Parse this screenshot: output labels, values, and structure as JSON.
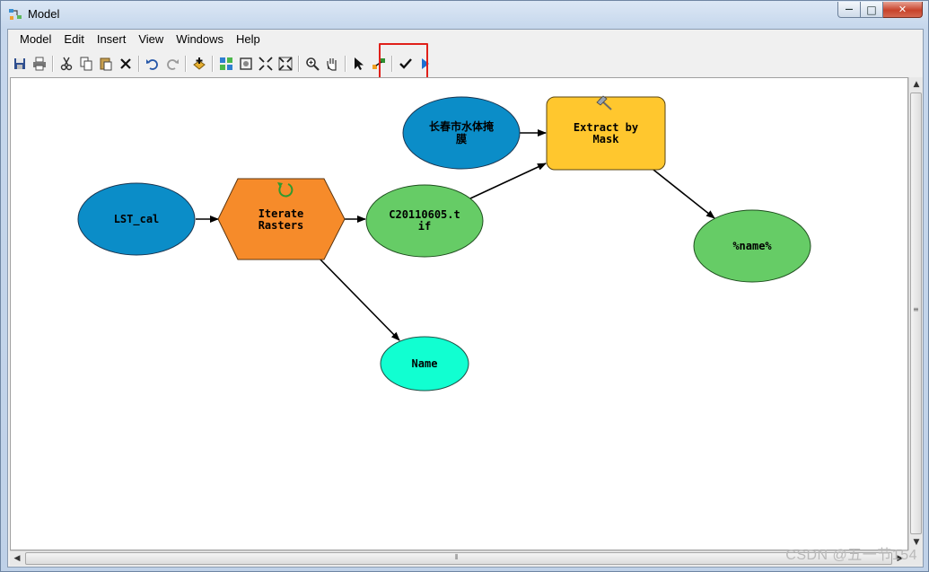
{
  "window": {
    "title": "Model",
    "min_glyph": "—",
    "max_glyph": "□",
    "close_glyph": "✕"
  },
  "menu": [
    "Model",
    "Edit",
    "Insert",
    "View",
    "Windows",
    "Help"
  ],
  "toolbar": {
    "groups": [
      [
        "save-icon",
        "print-icon"
      ],
      [
        "cut-icon",
        "copy-icon",
        "paste-icon",
        "delete-icon"
      ],
      [
        "undo-icon",
        "redo-icon"
      ],
      [
        "add-data-icon"
      ],
      [
        "auto-layout-icon",
        "full-extent-icon",
        "zoom-in-fixed-icon",
        "zoom-out-fixed-icon"
      ],
      [
        "zoom-icon",
        "pan-icon"
      ],
      [
        "select-icon",
        "connect-icon"
      ],
      [
        "validate-icon",
        "run-icon"
      ]
    ],
    "highlighted": [
      "validate-icon",
      "run-icon"
    ]
  },
  "colors": {
    "input_data": "#0b8dc8",
    "tool": "#ffc72e",
    "iterator": "#f68b2a",
    "derived_data": "#66cc66",
    "iterator_output": "#11ffd1",
    "highlight": "#e0201a"
  },
  "diagram": {
    "nodes": [
      {
        "id": "lst_cal",
        "kind": "input-data",
        "lines": [
          "LST_cal"
        ]
      },
      {
        "id": "iterate_rasters",
        "kind": "iterator",
        "lines": [
          "Iterate",
          "Rasters"
        ]
      },
      {
        "id": "c20110605",
        "kind": "derived-data",
        "lines": [
          "C20110605.t",
          "if"
        ]
      },
      {
        "id": "mask",
        "kind": "input-data",
        "lines": [
          "长春市水体掩",
          "膜"
        ]
      },
      {
        "id": "extract_by_mask",
        "kind": "tool",
        "lines": [
          "Extract by",
          "Mask"
        ]
      },
      {
        "id": "name_output",
        "kind": "derived-data",
        "lines": [
          "%name%"
        ]
      },
      {
        "id": "name",
        "kind": "iterator-output",
        "lines": [
          "Name"
        ]
      }
    ],
    "edges": [
      [
        "lst_cal",
        "iterate_rasters"
      ],
      [
        "iterate_rasters",
        "c20110605"
      ],
      [
        "iterate_rasters",
        "name"
      ],
      [
        "c20110605",
        "extract_by_mask"
      ],
      [
        "mask",
        "extract_by_mask"
      ],
      [
        "extract_by_mask",
        "name_output"
      ]
    ]
  },
  "watermark": "CSDN @五一节154"
}
